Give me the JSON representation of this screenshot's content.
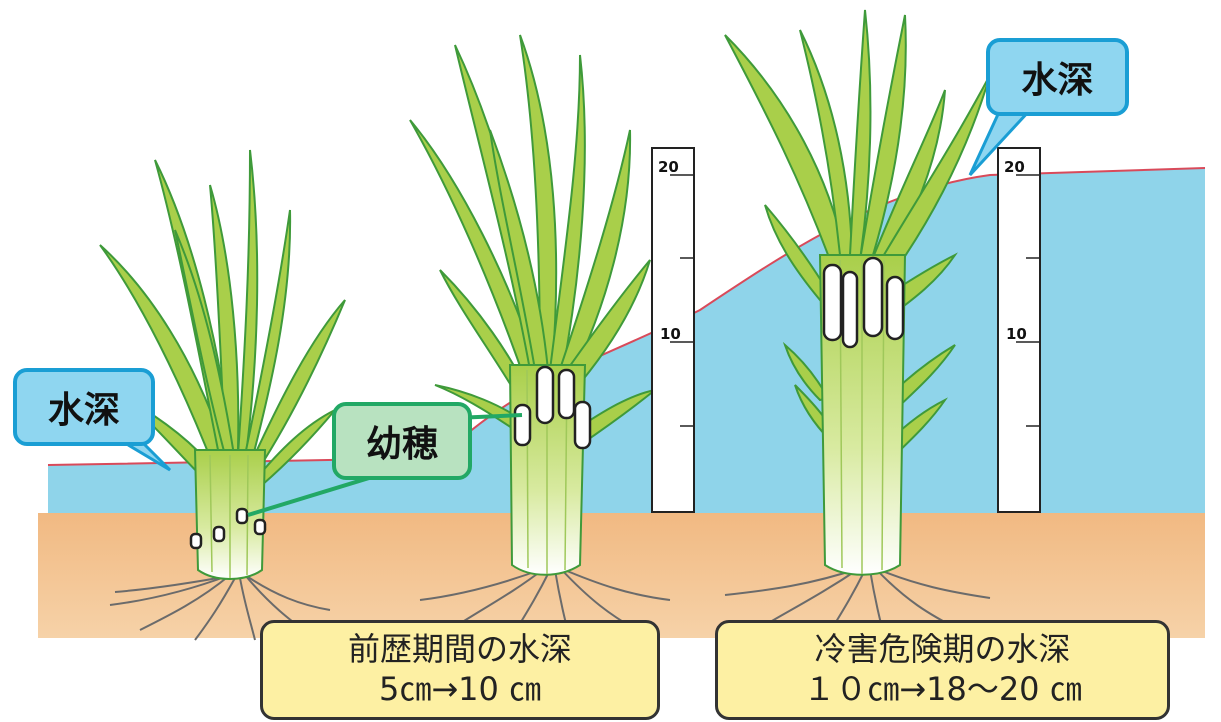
{
  "labels": {
    "water_depth_left": "水深",
    "water_depth_right": "水深",
    "young_panicle": "幼穂"
  },
  "ruler_left": {
    "ticks": [
      "20",
      "10"
    ]
  },
  "ruler_right": {
    "ticks": [
      "20",
      "10"
    ]
  },
  "captions": {
    "left": {
      "line1": "前歴期間の水深",
      "line2": "5㎝→10 ㎝"
    },
    "right": {
      "line1": "冷害危険期の水深",
      "line2": "１０㎝→18～20 ㎝"
    }
  },
  "colors": {
    "water": "#8fd4ea",
    "water_line": "#d94a5a",
    "soil": "#f1c18e",
    "leaf": "#a9cf4a",
    "leaf_edge": "#3f9a3a",
    "callout_blue": "#1a9ed4",
    "callout_green": "#22a865",
    "caption_bg": "#fdf0a3"
  }
}
